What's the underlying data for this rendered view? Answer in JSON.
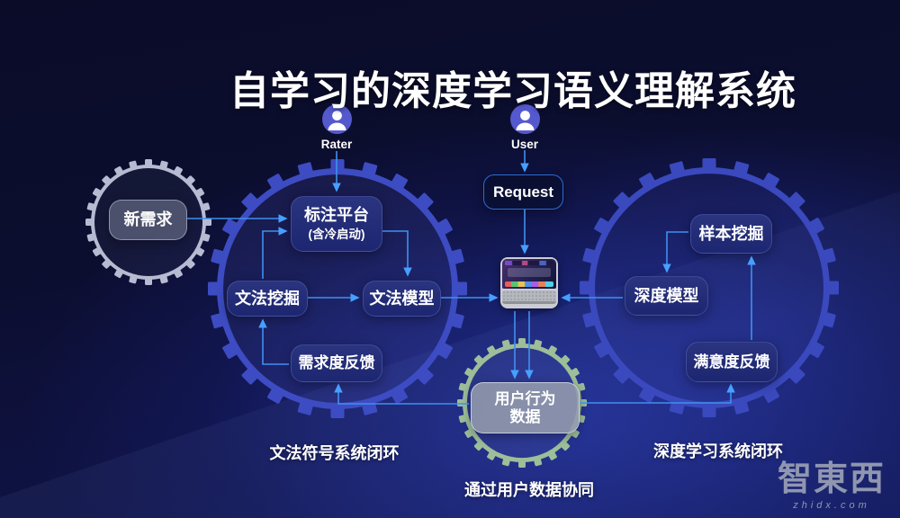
{
  "title": "自学习的深度学习语义理解系统",
  "actors": {
    "rater": {
      "label": "Rater"
    },
    "user": {
      "label": "User"
    }
  },
  "nodes": {
    "new_demand": {
      "label": "新需求"
    },
    "annotation_platform": {
      "label": "标注平台",
      "sublabel": "(含冷启动)"
    },
    "grammar_mining": {
      "label": "文法挖掘"
    },
    "grammar_model": {
      "label": "文法模型"
    },
    "demand_feedback": {
      "label": "需求度反馈"
    },
    "request": {
      "label": "Request"
    },
    "sample_mining": {
      "label": "样本挖掘"
    },
    "deep_model": {
      "label": "深度模型"
    },
    "satisfaction_feedback": {
      "label": "满意度反馈"
    },
    "user_behavior_data": {
      "label": "用户行为",
      "label2": "数据"
    }
  },
  "captions": {
    "left_loop": "文法符号系统闭环",
    "right_loop": "深度学习系统闭环",
    "collaboration": "通过用户数据协同"
  },
  "watermark": {
    "logo": "智東西",
    "domain": "zhidx.com"
  },
  "colors": {
    "background_top": "#0B0D2B",
    "background_glow": "#1E2E90",
    "gear_blue": "#3D4CC2",
    "gear_gray": "#B7BBD2",
    "gear_green": "#9DBE99",
    "node_indigo": "#222C7C",
    "node_gray": "#8A90A4",
    "request_border": "#2B6CD4",
    "arrow_blue": "#3E90F0",
    "avatar_purple": "#5459CE",
    "text": "#FFFFFF",
    "watermark_gray": "#9AA0B5"
  }
}
